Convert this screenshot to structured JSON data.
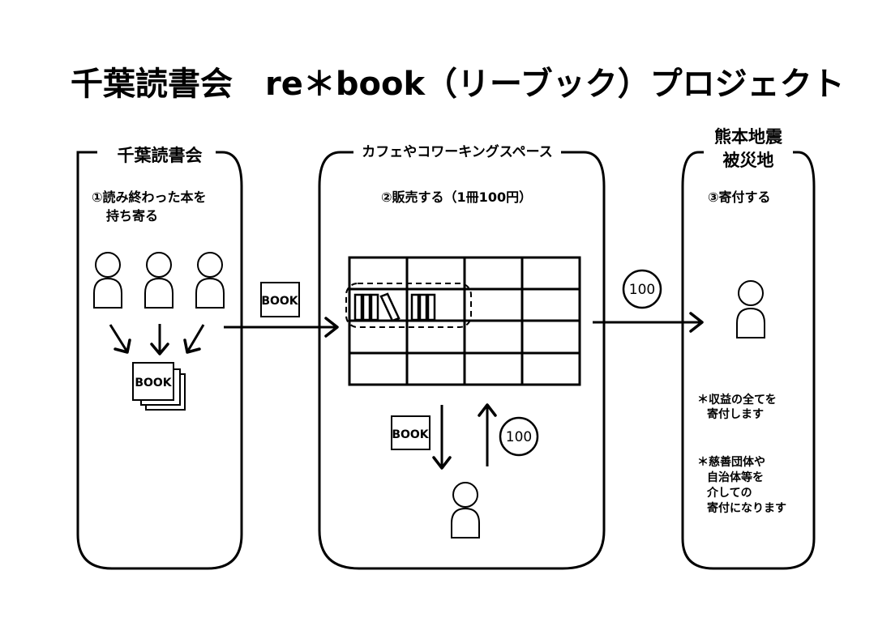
{
  "title": "千葉読書会　re＊book（リーブック）プロジェクト",
  "panels": {
    "left": {
      "header": "千葉読書会",
      "step_line1": "①読み終わった本を",
      "step_line2": "持ち寄る",
      "book_label": "BOOK"
    },
    "middle": {
      "header": "カフェやコワーキングスペース",
      "step": "②販売する（1冊100円）",
      "book_label": "BOOK",
      "coin_label": "100"
    },
    "right": {
      "header_line1": "熊本地震",
      "header_line2": "被災地",
      "step": "③寄付する",
      "notes": [
        "＊収益の全てを",
        "寄付します",
        "＊慈善団体や",
        "自治体等を",
        "介しての",
        "寄付になります"
      ]
    }
  },
  "flow": {
    "book_label": "BOOK",
    "coin_label": "100"
  }
}
